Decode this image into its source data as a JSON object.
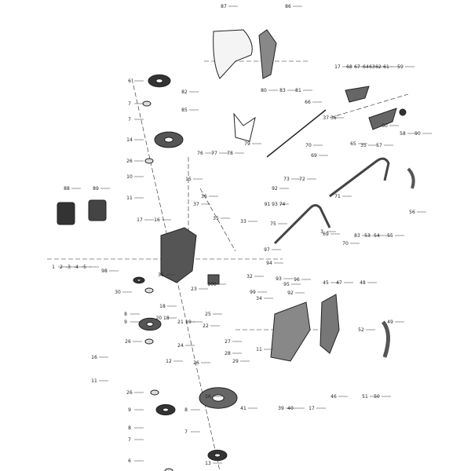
{
  "diagram": {
    "type": "exploded-parts-diagram",
    "line_color": "#222222",
    "part_labels": [
      "87",
      "86",
      "80",
      "83",
      "81",
      "6",
      "7",
      "7",
      "14",
      "26",
      "10",
      "11",
      "82",
      "85",
      "79",
      "66",
      "37 36",
      "17",
      "68",
      "67",
      "64",
      "63",
      "62",
      "61",
      "59",
      "60",
      "58",
      "90",
      "65",
      "35",
      "57",
      "70",
      "69",
      "76",
      "77",
      "78",
      "15",
      "73",
      "72",
      "71",
      "56",
      "88",
      "89",
      "36",
      "37",
      "16",
      "17",
      "35",
      "92",
      "91 93 74",
      "75",
      "33",
      "3",
      "69",
      "70",
      "83",
      "53",
      "54",
      "55",
      "97",
      "94",
      "1",
      "2",
      "3",
      "4",
      "5",
      "98",
      "31",
      "32",
      "100",
      "99",
      "34",
      "93",
      "95",
      "96",
      "92",
      "45",
      "47",
      "48",
      "30",
      "23",
      "18",
      "20 18",
      "8",
      "9",
      "21",
      "19",
      "22",
      "25",
      "24",
      "27",
      "28",
      "29",
      "26",
      "26",
      "12",
      "16",
      "11",
      "26",
      "16",
      "9",
      "8",
      "7",
      "6",
      "8",
      "7",
      "13",
      "41",
      "39",
      "40",
      "17",
      "46",
      "51",
      "50",
      "52",
      "49",
      "11"
    ]
  }
}
